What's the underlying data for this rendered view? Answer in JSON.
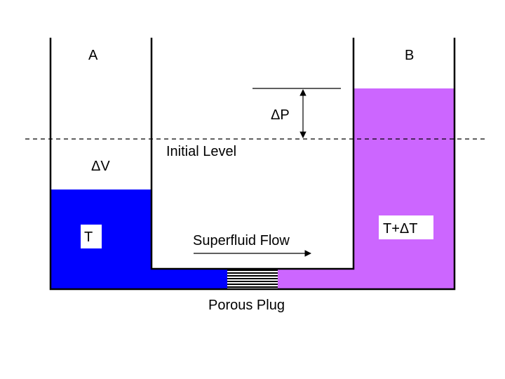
{
  "labels": {
    "container_a": "A",
    "container_b": "B",
    "delta_p": "ΔP",
    "delta_v": "ΔV",
    "initial_level": "Initial Level",
    "temp_a": "T",
    "temp_b": "T+ΔT",
    "flow": "Superfluid Flow",
    "plug": "Porous Plug"
  },
  "colors": {
    "fluid_a": "#0000ff",
    "fluid_b": "#cc66ff",
    "walls": "#000000",
    "background": "#ffffff"
  }
}
